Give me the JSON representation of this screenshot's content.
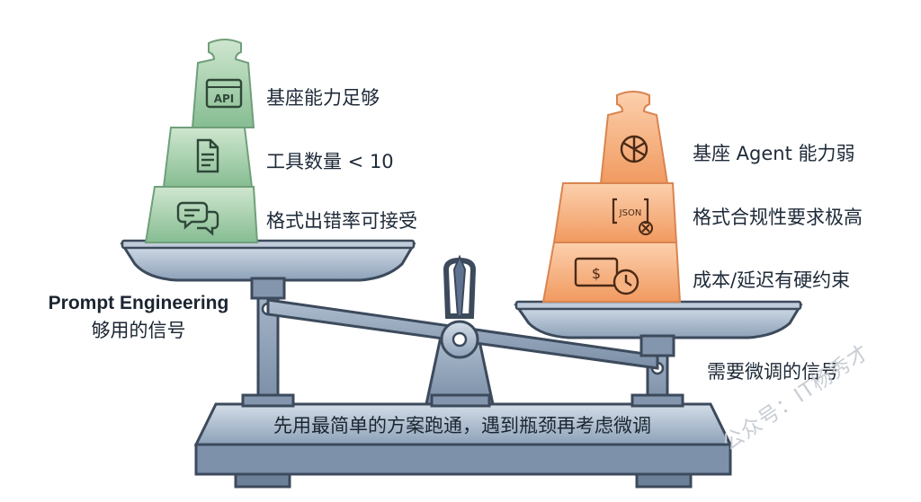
{
  "left_weights": [
    {
      "label": "基座能力足够",
      "icon": "api-window-icon",
      "icon_text": "API"
    },
    {
      "label": "工具数量 < 10",
      "icon": "document-icon"
    },
    {
      "label": "格式出错率可接受",
      "icon": "chat-bubbles-icon"
    }
  ],
  "right_weights": [
    {
      "label": "基座 Agent 能力弱",
      "icon": "openai-logo-icon"
    },
    {
      "label": "格式合规性要求极高",
      "icon": "json-error-icon",
      "icon_text": "JSON"
    },
    {
      "label": "成本/延迟有硬约束",
      "icon": "money-clock-icon",
      "icon_text": "$"
    }
  ],
  "left_signal": {
    "title": "Prompt Engineering",
    "subtitle": "够用的信号"
  },
  "right_signal": {
    "title": "需要微调的信号"
  },
  "base_text": "先用最简单的方案跑通，遇到瓶颈再考虑微调",
  "watermark": "公众号：IT杨秀才",
  "colors": {
    "green": "#8fc49a",
    "orange": "#f4a775",
    "steel": "#7a8fa8",
    "steel_dark": "#3c4a5c"
  }
}
